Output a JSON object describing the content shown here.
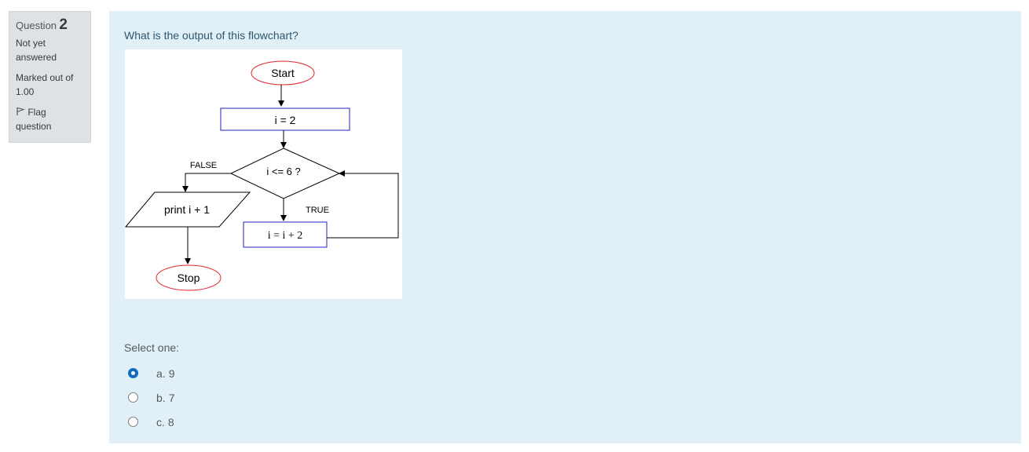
{
  "info": {
    "question_word": "Question",
    "question_number": "2",
    "state_line1": "Not yet",
    "state_line2": "answered",
    "grade_line1": "Marked out of",
    "grade_line2": "1.00",
    "flag_line1": "Flag",
    "flag_line2": "question"
  },
  "question": {
    "text": "What is the output of this flowchart?",
    "prompt": "Select one:",
    "options": [
      {
        "letter": "a.",
        "text": "9",
        "selected": true
      },
      {
        "letter": "b.",
        "text": "7",
        "selected": false
      },
      {
        "letter": "c.",
        "text": "8",
        "selected": false
      }
    ]
  },
  "flowchart": {
    "start": "Start",
    "init": "i = 2",
    "condition": "i <= 6 ?",
    "false_label": "FALSE",
    "true_label": "TRUE",
    "output": "print i + 1",
    "update": "i = i + 2",
    "stop": "Stop"
  },
  "colors": {
    "accent": "#0f6cbf",
    "panel_bg": "#e1f0f7",
    "info_bg": "#dee2e6",
    "terminal_border": "#e0262b",
    "process_border": "#2020c0"
  }
}
